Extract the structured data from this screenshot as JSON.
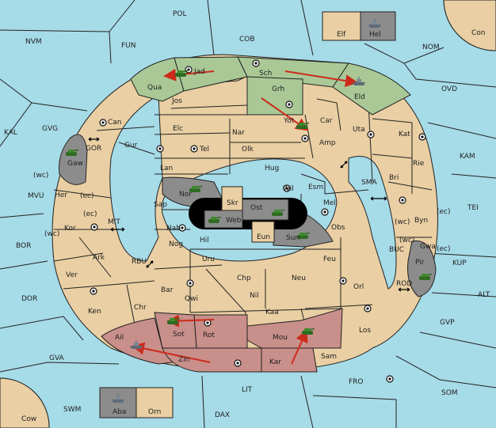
{
  "map": {
    "sea_regions": [
      "POL",
      "NVM",
      "FUN",
      "COB",
      "NOM",
      "OVD",
      "KAL",
      "GVG",
      "KAM",
      "GOR",
      "SMA",
      "TEI",
      "MVU",
      "MIT",
      "BOR",
      "RBU",
      "BUC",
      "KUP",
      "DOR",
      "ROD",
      "ALT",
      "GVP",
      "GVA",
      "FRO",
      "SOM",
      "LIT",
      "SWM",
      "DAX",
      "Cow",
      "Con"
    ],
    "land_regions": [
      "Jad",
      "Sch",
      "Qua",
      "Jos",
      "Grh",
      "Eld",
      "Can",
      "Elc",
      "Nar",
      "Yot",
      "Car",
      "Uta",
      "Kat",
      "Tel",
      "Olk",
      "Amp",
      "Gaw",
      "Gur",
      "Lan",
      "Hug",
      "Rie",
      "Bri",
      "Nor",
      "Wil",
      "Esm",
      "Her",
      "Sap",
      "Skr",
      "Ost",
      "Mel",
      "Byn",
      "Kor",
      "Web",
      "Nab",
      "Eun",
      "Sun",
      "Obs",
      "Gwa",
      "Pir",
      "Hil",
      "Nog",
      "Uru",
      "Feu",
      "Ark",
      "Ver",
      "Chp",
      "Neu",
      "Bar",
      "Qwi",
      "Nil",
      "Orl",
      "Ken",
      "Chr",
      "Kaa",
      "Ail",
      "Sot",
      "Rot",
      "Mou",
      "Los",
      "Zin",
      "Kar",
      "Sam",
      "Elf",
      "Hel",
      "Aba",
      "Orn"
    ],
    "coast_labels": [
      "(wc)",
      "(ec)",
      "(ec)",
      "(wc)",
      "(wc)",
      "(ec)",
      "(wc)",
      "(ec)"
    ]
  },
  "units": [
    {
      "type": "army",
      "region": "Jad"
    },
    {
      "type": "fleet",
      "region": "Eld"
    },
    {
      "type": "army",
      "region": "Yot"
    },
    {
      "type": "army",
      "region": "Gaw"
    },
    {
      "type": "army",
      "region": "Nor"
    },
    {
      "type": "army",
      "region": "Web"
    },
    {
      "type": "army",
      "region": "Ost"
    },
    {
      "type": "army",
      "region": "Sun"
    },
    {
      "type": "army",
      "region": "Pir"
    },
    {
      "type": "army",
      "region": "Sot"
    },
    {
      "type": "army",
      "region": "Mou"
    },
    {
      "type": "fleet",
      "region": "Ail"
    },
    {
      "type": "fleet",
      "region": "Hel"
    },
    {
      "type": "fleet",
      "region": "Aba"
    }
  ],
  "colors": {
    "sea": "#a6dbe8",
    "neutral_land": "#e9cfa3",
    "green_power": "#a9c896",
    "rose_power": "#c98f8a",
    "grey_power": "#8c8c8c",
    "order_arrow": "#cc2a1a",
    "unit_green": "#3d8a2a",
    "fleet_grey": "#5f6b78"
  }
}
